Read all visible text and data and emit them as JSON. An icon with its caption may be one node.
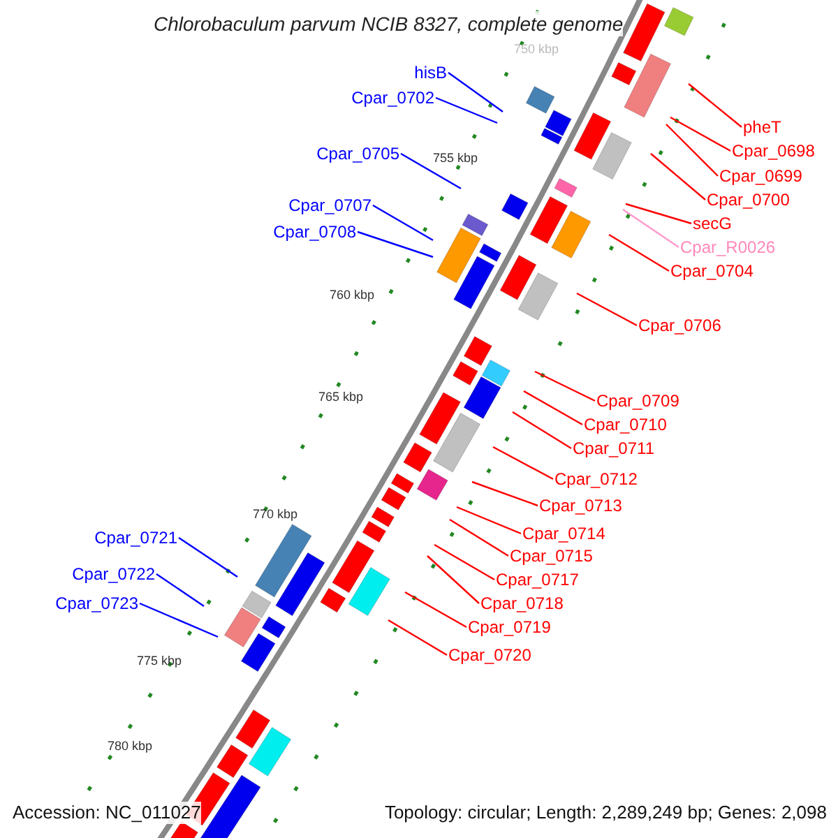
{
  "diagram": {
    "title": "Chlorobaculum parvum NCIB 8327, complete genome",
    "nodes": [
      {
        "text": [
          "hisB"
        ]
      },
      {
        "text": [
          "Cpar_0702"
        ]
      },
      {
        "text": [
          "pheT"
        ]
      },
      {
        "text": [
          "Cpar_0698"
        ]
      },
      {
        "text": [
          "Cpar_0705"
        ]
      },
      {
        "text": [
          "Cpar_0699"
        ]
      },
      {
        "text": [
          "Cpar_0700"
        ]
      },
      {
        "text": [
          "Cpar_0707"
        ]
      },
      {
        "text": [
          "secG"
        ]
      },
      {
        "text": [
          "Cpar_0708"
        ]
      },
      {
        "text": [
          "Cpar_R0026"
        ]
      },
      {
        "text": [
          "Cpar_0704"
        ]
      },
      {
        "text": [
          "Cpar_0706"
        ]
      },
      {
        "text": [
          "Cpar_0709"
        ]
      },
      {
        "text": [
          "Cpar_0710"
        ]
      },
      {
        "text": [
          "Cpar_0711"
        ]
      },
      {
        "text": [
          "Cpar_0712"
        ]
      },
      {
        "text": [
          "Cpar_0713"
        ]
      },
      {
        "text": [
          "Cpar_0714"
        ]
      },
      {
        "text": [
          "Cpar_0721"
        ]
      },
      {
        "text": [
          "Cpar_0715"
        ]
      },
      {
        "text": [
          "Cpar_0722"
        ]
      },
      {
        "text": [
          "Cpar_0717"
        ]
      },
      {
        "text": [
          "Cpar_0718"
        ]
      },
      {
        "text": [
          "Cpar_0723"
        ]
      },
      {
        "text": [
          "Cpar_0719"
        ]
      },
      {
        "text": [
          "Cpar_0720"
        ]
      }
    ],
    "edges": [
      {
        "from": 0,
        "to": null,
        "arrow": "none",
        "color": "#0000ff"
      },
      {
        "from": 1,
        "to": null,
        "arrow": "none",
        "color": "#0000ff"
      },
      {
        "from": 2,
        "to": null,
        "arrow": "none"
      },
      {
        "from": 3,
        "to": null,
        "arrow": "none"
      },
      {
        "from": 4,
        "to": null,
        "arrow": "none",
        "color": "#0000ff"
      },
      {
        "from": 5,
        "to": null,
        "arrow": "none"
      },
      {
        "from": 6,
        "to": null,
        "arrow": "none"
      },
      {
        "from": 7,
        "to": null,
        "arrow": "none",
        "color": "#0000ff"
      },
      {
        "from": 8,
        "to": null,
        "arrow": "none"
      },
      {
        "from": 9,
        "to": null,
        "arrow": "none",
        "color": "#0000ff"
      },
      {
        "from": 10,
        "to": null,
        "arrow": "none",
        "color": "#ff99cc"
      },
      {
        "from": 11,
        "to": null,
        "arrow": "none"
      },
      {
        "from": 12,
        "to": null,
        "arrow": "none"
      },
      {
        "from": 13,
        "to": null,
        "arrow": "none"
      },
      {
        "from": 14,
        "to": null,
        "arrow": "none"
      },
      {
        "from": 15,
        "to": null,
        "arrow": "none"
      },
      {
        "from": 16,
        "to": null,
        "arrow": "none"
      },
      {
        "from": 17,
        "to": null,
        "arrow": "none"
      },
      {
        "from": 18,
        "to": null,
        "arrow": "none"
      },
      {
        "from": 19,
        "to": null,
        "arrow": "none",
        "color": "#0000ff"
      },
      {
        "from": 20,
        "to": null,
        "arrow": "none"
      },
      {
        "from": 21,
        "to": null,
        "arrow": "none",
        "color": "#0000ff"
      },
      {
        "from": 22,
        "to": null,
        "arrow": "none"
      },
      {
        "from": 23,
        "to": null,
        "arrow": "none"
      },
      {
        "from": 24,
        "to": null,
        "arrow": "none",
        "color": "#0000ff"
      },
      {
        "from": 25,
        "to": null,
        "arrow": "none"
      },
      {
        "from": 26,
        "to": null,
        "arrow": "none"
      }
    ],
    "labels": [
      "750 kbp",
      "755 kbp",
      "760 kbp",
      "765 kbp",
      "770 kbp",
      "775 kbp",
      "780 kbp",
      "Accession: NC_011027",
      "Topology: circular; Length: 2,289,249 bp; Genes: 2,098"
    ]
  }
}
